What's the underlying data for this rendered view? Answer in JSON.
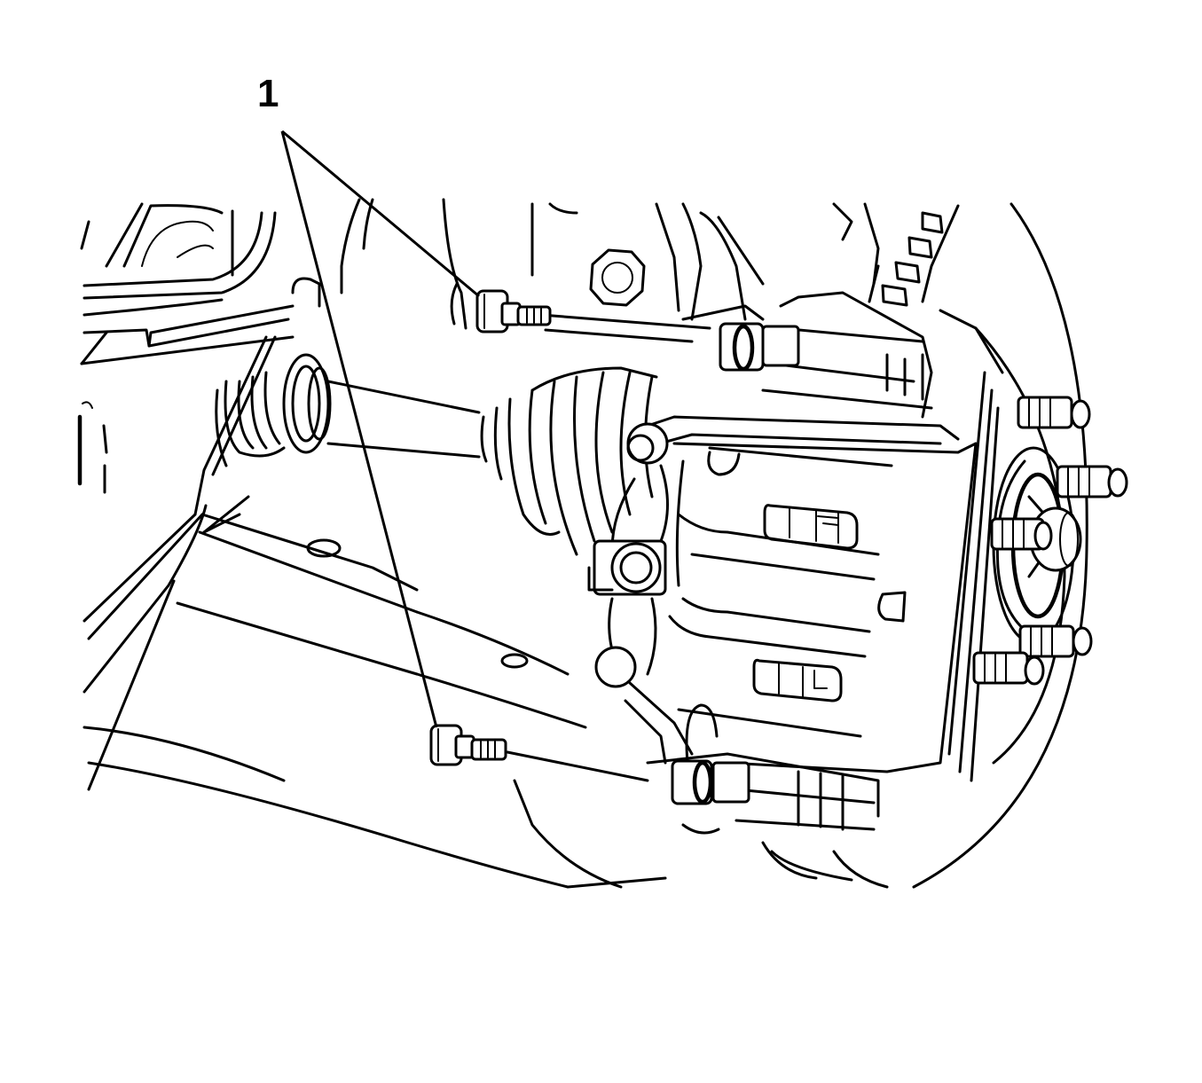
{
  "figure": {
    "type": "technical-line-illustration",
    "subject": "front wheel brake caliper, rotor, hub and drive axle shaft",
    "background_color": "#ffffff",
    "line_color": "#000000"
  },
  "callouts": [
    {
      "label": "1",
      "points_to": [
        "upper caliper bracket bolt",
        "lower caliper bracket bolt"
      ],
      "count": 2
    }
  ],
  "parts": [
    {
      "name": "caliper-bracket-bolt-upper",
      "callout": "1"
    },
    {
      "name": "caliper-bracket-bolt-lower",
      "callout": "1"
    },
    {
      "name": "brake-caliper"
    },
    {
      "name": "caliper-bracket"
    },
    {
      "name": "brake-rotor"
    },
    {
      "name": "wheel-hub"
    },
    {
      "name": "wheel-studs",
      "count": 5
    },
    {
      "name": "drive-axle-shaft"
    },
    {
      "name": "cv-joint-boot-inner"
    },
    {
      "name": "cv-joint-boot-outer"
    },
    {
      "name": "steering-knuckle"
    },
    {
      "name": "lower-control-arm"
    }
  ]
}
